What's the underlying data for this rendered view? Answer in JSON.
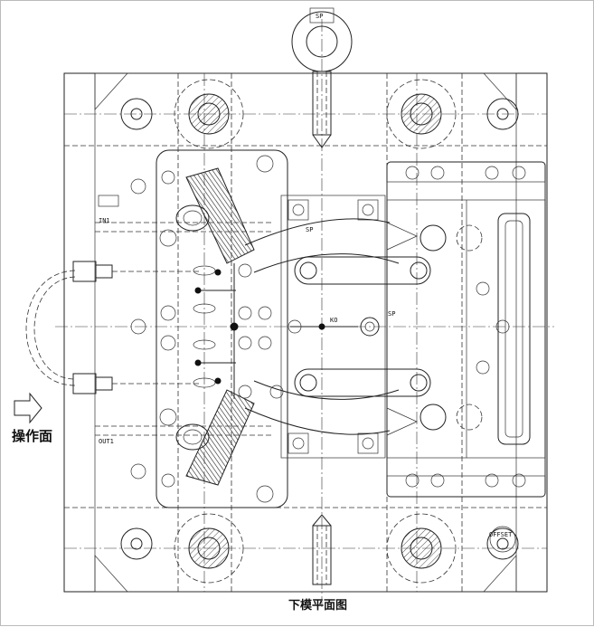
{
  "labels": {
    "side_label": "操作面",
    "bottom_title": "下模平面图",
    "in_tag": "IN1",
    "out_tag": "OUT1",
    "sp_top": "SP",
    "sp_mid_upper": "SP",
    "sp_mid_right": "SP",
    "ko_tag": "KO",
    "offset_tag": "OFFSET"
  }
}
